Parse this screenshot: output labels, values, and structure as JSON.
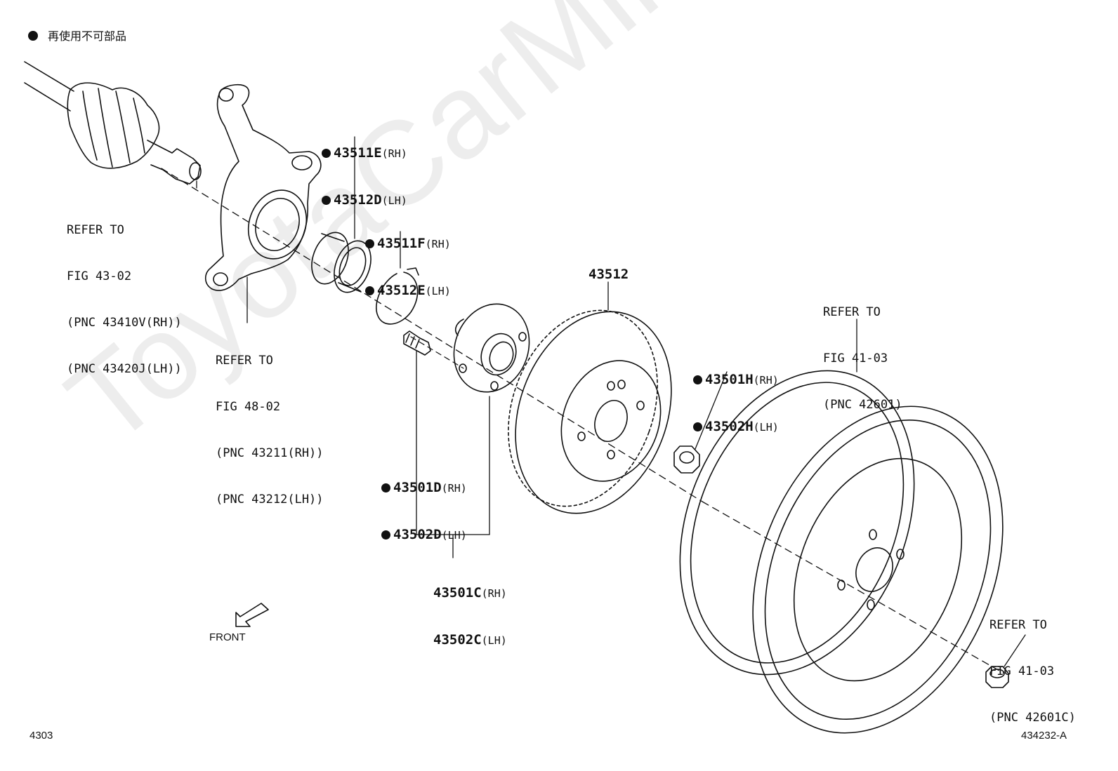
{
  "legend": {
    "text": "再使用不可部品"
  },
  "watermark": "ToyotaCarMine.ru",
  "labels": {
    "p1": [
      "REFER TO",
      "FIG 43-02",
      "(PNC 43410V(RH))",
      "(PNC 43420J(LH))"
    ],
    "p2": [
      "REFER TO",
      "FIG 48-02",
      "(PNC 43211(RH))",
      "(PNC 43212(LH))"
    ],
    "bearing": [
      {
        "num": "43511E",
        "side": "(RH)"
      },
      {
        "num": "43512D",
        "side": "(LH)"
      }
    ],
    "snapring": [
      {
        "num": "43511F",
        "side": "(RH)"
      },
      {
        "num": "43512E",
        "side": "(LH)"
      }
    ],
    "rotor": "43512",
    "wheel": [
      "REFER TO",
      "FIG 41-03",
      "(PNC 42601)"
    ],
    "nut": [
      {
        "num": "43501H",
        "side": "(RH)"
      },
      {
        "num": "43502H",
        "side": "(LH)"
      }
    ],
    "bolt": [
      {
        "num": "43501D",
        "side": "(RH)"
      },
      {
        "num": "43502D",
        "side": "(LH)"
      }
    ],
    "hub": [
      {
        "num": "43501C",
        "side": "(RH)"
      },
      {
        "num": "43502C",
        "side": "(LH)"
      }
    ],
    "wheelnut": [
      "REFER TO",
      "FIG 41-03",
      "(PNC 42601C)"
    ],
    "front": "FRONT"
  },
  "footer": {
    "left": "4303",
    "right": "434232-A"
  }
}
